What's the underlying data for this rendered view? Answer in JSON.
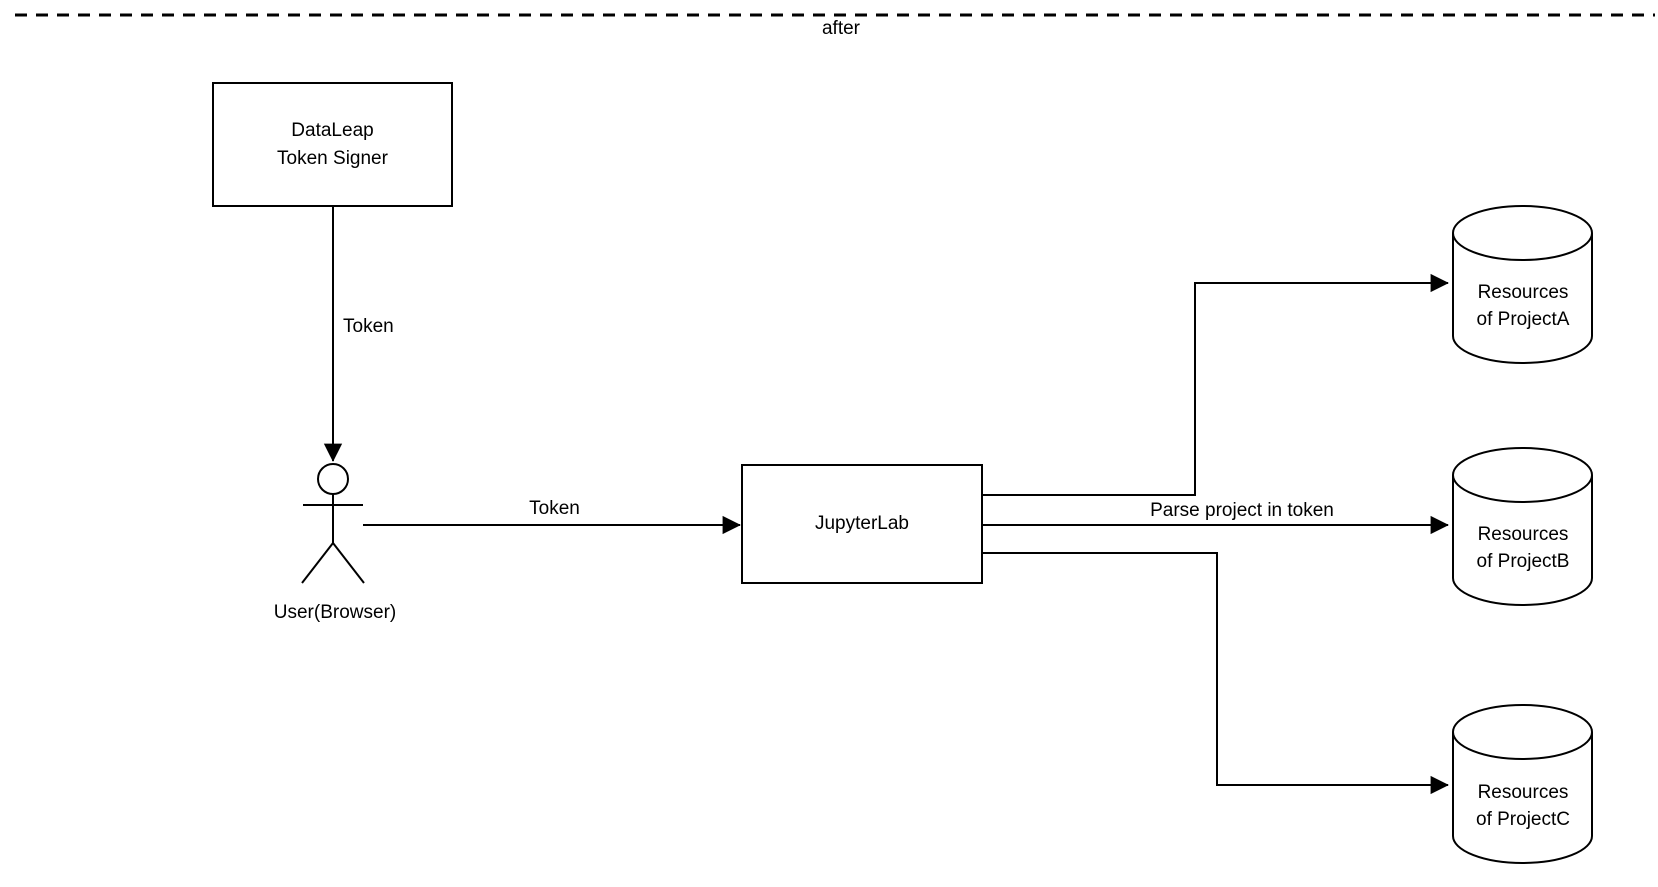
{
  "diagram": {
    "phase_label": "after",
    "colors": {
      "stroke": "#000000",
      "background": "#ffffff",
      "text": "#000000"
    },
    "nodes": {
      "token_signer": {
        "label": "DataLeap\nToken Signer",
        "shape": "rectangle"
      },
      "user": {
        "label": "User(Browser)",
        "shape": "actor"
      },
      "jupyterlab": {
        "label": "JupyterLab",
        "shape": "rectangle"
      },
      "project_a": {
        "label": "Resources\nof ProjectA",
        "shape": "cylinder"
      },
      "project_b": {
        "label": "Resources\nof ProjectB",
        "shape": "cylinder"
      },
      "project_c": {
        "label": "Resources\nof ProjectC",
        "shape": "cylinder"
      }
    },
    "edges": {
      "signer_to_user": {
        "label": "Token"
      },
      "user_to_jupyterlab": {
        "label": "Token"
      },
      "jupyterlab_to_project_a": {
        "label": ""
      },
      "jupyterlab_to_project_b": {
        "label": "Parse project in token"
      },
      "jupyterlab_to_project_c": {
        "label": ""
      }
    }
  }
}
